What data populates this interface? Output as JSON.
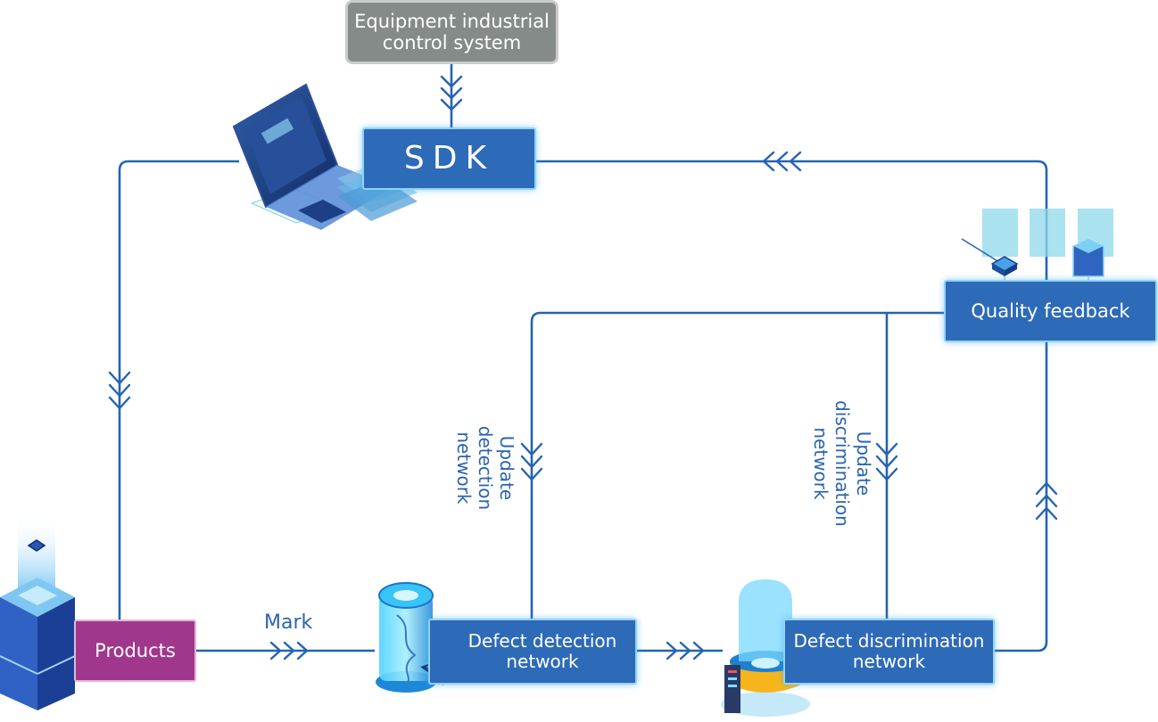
{
  "nodes": {
    "equipment": "Equipment industrial control system",
    "sdk": "SDK",
    "quality_feedback": "Quality feedback",
    "products": "Products",
    "defect_detection": "Defect detection network",
    "defect_discrimination": "Defect discrimination network"
  },
  "edge_labels": {
    "mark": "Mark",
    "update_detection": "Update detection network",
    "update_discrimination": "Update discrimination network"
  },
  "edges": [
    {
      "from": "equipment",
      "to": "sdk"
    },
    {
      "from": "quality_feedback",
      "to": "sdk"
    },
    {
      "from": "sdk",
      "to": "products"
    },
    {
      "from": "products",
      "to": "defect_detection",
      "label": "Mark"
    },
    {
      "from": "defect_detection",
      "to": "defect_discrimination"
    },
    {
      "from": "defect_discrimination",
      "to": "quality_feedback"
    },
    {
      "from": "quality_feedback",
      "to": "defect_detection",
      "label": "Update detection network"
    },
    {
      "from": "quality_feedback",
      "to": "defect_discrimination",
      "label": "Update discrimination network"
    }
  ],
  "colors": {
    "line": "#2563b3",
    "box_blue": "#2d6ab8",
    "box_gray": "#858b89",
    "box_purple": "#a0378c",
    "label_text": "#2b63b0"
  }
}
